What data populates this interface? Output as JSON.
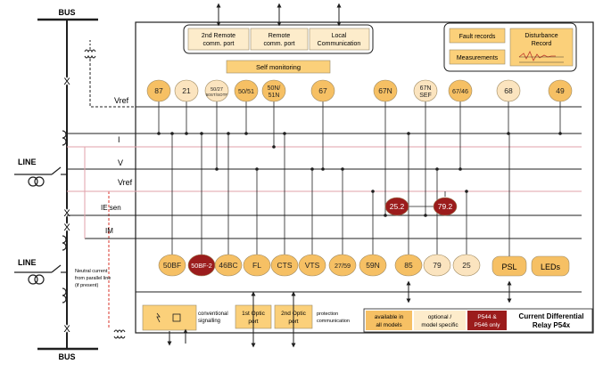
{
  "colors": {
    "func_orange": "#f6c064",
    "func_light": "#fbe4bf",
    "func_red": "#9b1c1c",
    "line_dark": "#1f1f1f",
    "line_pink": "#e0a0aa",
    "dash_red": "#d9342b",
    "box_yellow": "#fbd07a",
    "box_light": "#fdeccb"
  },
  "bus_top": "BUS",
  "bus_bottom": "BUS",
  "line_labels": [
    "LINE",
    "LINE"
  ],
  "breaker_marks": [
    "X",
    "X",
    "X",
    "X"
  ],
  "neutral_note": [
    "Neutral current",
    "from parallel line",
    "(if present)"
  ],
  "comm_ports": [
    {
      "label": [
        "2nd Remote",
        "comm. port"
      ]
    },
    {
      "label": [
        "Remote",
        "comm. port"
      ]
    },
    {
      "label": [
        "Local",
        "Communication"
      ]
    }
  ],
  "records": {
    "fault": "Fault records",
    "measurements": "Measurements",
    "disturbance": [
      "Disturbance",
      "Record"
    ]
  },
  "self_monitoring": "Self monitoring",
  "signals": {
    "vref_top": "Vref",
    "i": "I",
    "v": "V",
    "vref_mid": "Vref",
    "ie_sen": "IE sen",
    "im": "IM"
  },
  "top_functions": [
    {
      "label": [
        "87"
      ],
      "style": "orange"
    },
    {
      "label": [
        "21"
      ],
      "style": "light"
    },
    {
      "label": [
        "50/27",
        "50ST/SOTF"
      ],
      "style": "light"
    },
    {
      "label": [
        "50/51"
      ],
      "style": "orange"
    },
    {
      "label": [
        "50N/",
        "51N"
      ],
      "style": "orange"
    },
    {
      "label": [
        "67"
      ],
      "style": "orange"
    },
    {
      "label": [
        "67N"
      ],
      "style": "orange"
    },
    {
      "label": [
        "67N",
        "SEF"
      ],
      "style": "light"
    },
    {
      "label": [
        "67/46"
      ],
      "style": "orange"
    },
    {
      "label": [
        "68"
      ],
      "style": "light"
    },
    {
      "label": [
        "49"
      ],
      "style": "orange"
    }
  ],
  "mid_functions": [
    {
      "label": [
        "25.2"
      ],
      "style": "red"
    },
    {
      "label": [
        "79.2"
      ],
      "style": "red"
    }
  ],
  "bottom_functions": [
    {
      "label": [
        "50BF"
      ],
      "style": "orange"
    },
    {
      "label": [
        "50BF-2"
      ],
      "style": "red"
    },
    {
      "label": [
        "46BC"
      ],
      "style": "orange"
    },
    {
      "label": [
        "FL"
      ],
      "style": "orange"
    },
    {
      "label": [
        "CTS"
      ],
      "style": "orange"
    },
    {
      "label": [
        "VTS"
      ],
      "style": "orange"
    },
    {
      "label": [
        "27/59"
      ],
      "style": "orange"
    },
    {
      "label": [
        "59N"
      ],
      "style": "orange"
    },
    {
      "label": [
        "85"
      ],
      "style": "orange"
    },
    {
      "label": [
        "79"
      ],
      "style": "light"
    },
    {
      "label": [
        "25"
      ],
      "style": "light"
    }
  ],
  "psl": "PSL",
  "leds": "LEDs",
  "bottom_ports": {
    "conventional": [
      "conventional",
      "signalling"
    ],
    "optic1": [
      "1st Optic",
      "port"
    ],
    "optic2": [
      "2nd Optic",
      "port"
    ],
    "protection": [
      "protection",
      "communication"
    ]
  },
  "legend": {
    "available": [
      "available in",
      "all models"
    ],
    "optional": [
      "optional /",
      "model specific"
    ],
    "p544": [
      "P544 &",
      "P546 only"
    ]
  },
  "product_title": [
    "Current Differential",
    "Relay P54x"
  ]
}
